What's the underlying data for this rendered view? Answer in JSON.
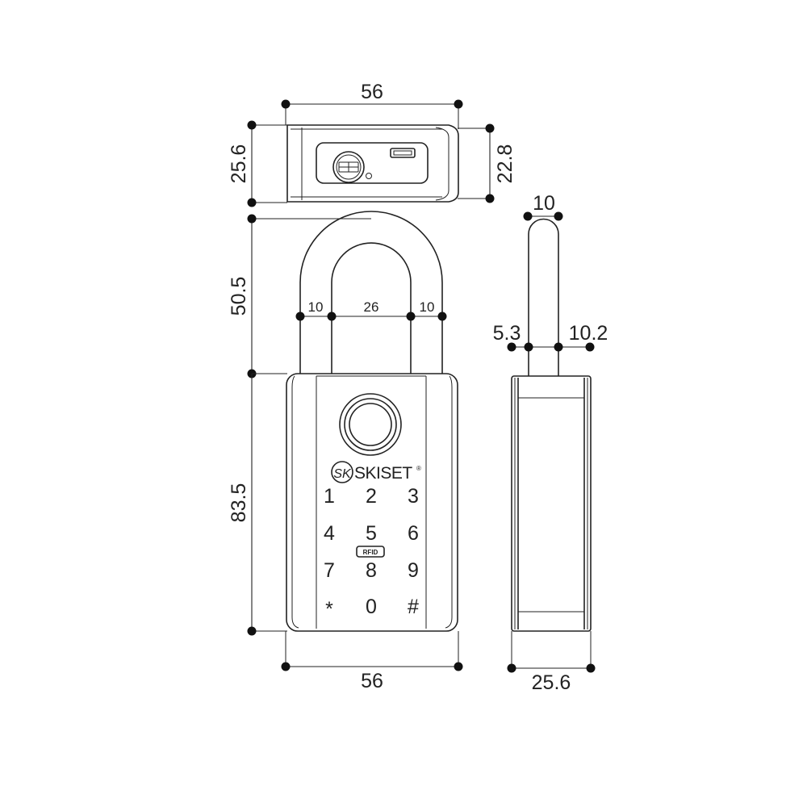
{
  "dimensions": {
    "top_width": "56",
    "top_depth_outer": "25.6",
    "top_depth_inner": "22.8",
    "shackle_height": "50.5",
    "shackle_leg_left": "10",
    "shackle_gap": "26",
    "shackle_leg_right": "10",
    "body_height": "83.5",
    "body_width": "56",
    "side_shackle_width": "10",
    "side_offset_left": "5.3",
    "side_offset_right": "10.2",
    "side_depth": "25.6"
  },
  "product": {
    "brand": "SKISET",
    "logo_mark": "SK",
    "registered_mark": "®",
    "rfid_label": "RFID"
  },
  "keypad": {
    "keys": [
      "1",
      "2",
      "3",
      "4",
      "5",
      "6",
      "7",
      "8",
      "9",
      "*",
      "0",
      "#"
    ]
  }
}
